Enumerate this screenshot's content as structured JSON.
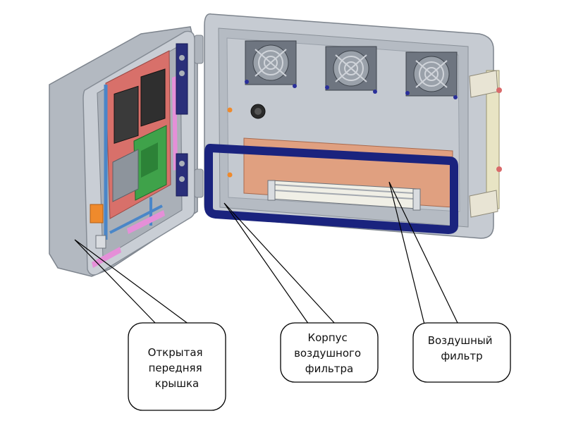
{
  "callouts": {
    "front_cover": {
      "lines": [
        "Открытая",
        "передняя",
        "крышка"
      ]
    },
    "filter_housing": {
      "lines": [
        "Корпус",
        "воздушного",
        "фильтра"
      ]
    },
    "air_filter": {
      "lines": [
        "Воздушный",
        "фильтр"
      ]
    }
  },
  "colors": {
    "enclosure": "#bfc4cb",
    "enclosure_dark": "#9aa1aa",
    "fan_frame": "#6e7580",
    "filter_housing": "#1a237e",
    "filter": "#e0a080",
    "pcb_red": "#d8706a",
    "pcb_green": "#3fa24a",
    "cable_blue": "#4a86c8",
    "pink": "#e58fd8",
    "orange": "#ef8a2c",
    "latch": "#e8e4d4"
  },
  "icons": [
    "fan-icon",
    "connector-icon",
    "latch-icon"
  ]
}
